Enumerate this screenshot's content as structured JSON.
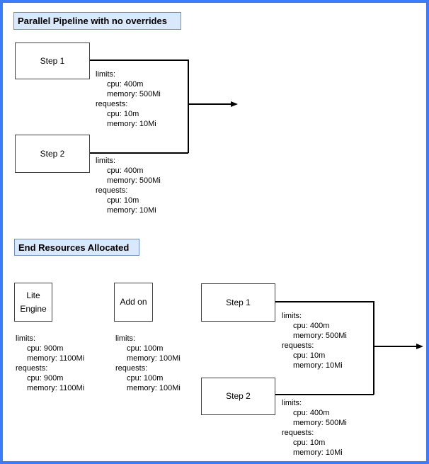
{
  "diagram": {
    "colors": {
      "frame_border": "#3b7cf8",
      "title_fill": "#dae8fc",
      "title_border": "#6c8ebf",
      "box_border": "#424242",
      "line": "#000000"
    },
    "section1": {
      "title": "Parallel Pipeline with no overrides",
      "step1_label": "Step 1",
      "step2_label": "Step 2",
      "step1_resources": {
        "lines": [
          {
            "text": "limits:",
            "indent": 0
          },
          {
            "text": "cpu: 400m",
            "indent": 1
          },
          {
            "text": "memory: 500Mi",
            "indent": 1
          },
          {
            "text": "requests:",
            "indent": 0
          },
          {
            "text": "cpu: 10m",
            "indent": 1
          },
          {
            "text": "memory: 10Mi",
            "indent": 1
          }
        ]
      },
      "step2_resources": {
        "lines": [
          {
            "text": "limits:",
            "indent": 0
          },
          {
            "text": "cpu: 400m",
            "indent": 1
          },
          {
            "text": "memory: 500Mi",
            "indent": 1
          },
          {
            "text": "requests:",
            "indent": 0
          },
          {
            "text": "cpu: 10m",
            "indent": 1
          },
          {
            "text": "memory: 10Mi",
            "indent": 1
          }
        ]
      }
    },
    "section2": {
      "title": "End Resources Allocated",
      "lite_engine_label_line1": "Lite",
      "lite_engine_label_line2": "Engine",
      "addon_label": "Add on",
      "step1_label": "Step 1",
      "step2_label": "Step 2",
      "lite_engine_resources": {
        "lines": [
          {
            "text": "limits:",
            "indent": 0
          },
          {
            "text": "cpu: 900m",
            "indent": 1
          },
          {
            "text": "memory: 1100Mi",
            "indent": 1
          },
          {
            "text": "requests:",
            "indent": 0
          },
          {
            "text": "cpu: 900m",
            "indent": 1
          },
          {
            "text": "memory: 1100Mi",
            "indent": 1
          }
        ]
      },
      "addon_resources": {
        "lines": [
          {
            "text": "limits:",
            "indent": 0
          },
          {
            "text": "cpu: 100m",
            "indent": 1
          },
          {
            "text": "memory: 100Mi",
            "indent": 1
          },
          {
            "text": "requests:",
            "indent": 0
          },
          {
            "text": "cpu: 100m",
            "indent": 1
          },
          {
            "text": "memory: 100Mi",
            "indent": 1
          }
        ]
      },
      "step1_resources": {
        "lines": [
          {
            "text": "limits:",
            "indent": 0
          },
          {
            "text": "cpu: 400m",
            "indent": 1
          },
          {
            "text": "memory: 500Mi",
            "indent": 1
          },
          {
            "text": "requests:",
            "indent": 0
          },
          {
            "text": "cpu: 10m",
            "indent": 1
          },
          {
            "text": "memory: 10Mi",
            "indent": 1
          }
        ]
      },
      "step2_resources": {
        "lines": [
          {
            "text": "limits:",
            "indent": 0
          },
          {
            "text": "cpu: 400m",
            "indent": 1
          },
          {
            "text": "memory: 500Mi",
            "indent": 1
          },
          {
            "text": "requests:",
            "indent": 0
          },
          {
            "text": "cpu: 10m",
            "indent": 1
          },
          {
            "text": "memory: 10Mi",
            "indent": 1
          }
        ]
      }
    }
  }
}
